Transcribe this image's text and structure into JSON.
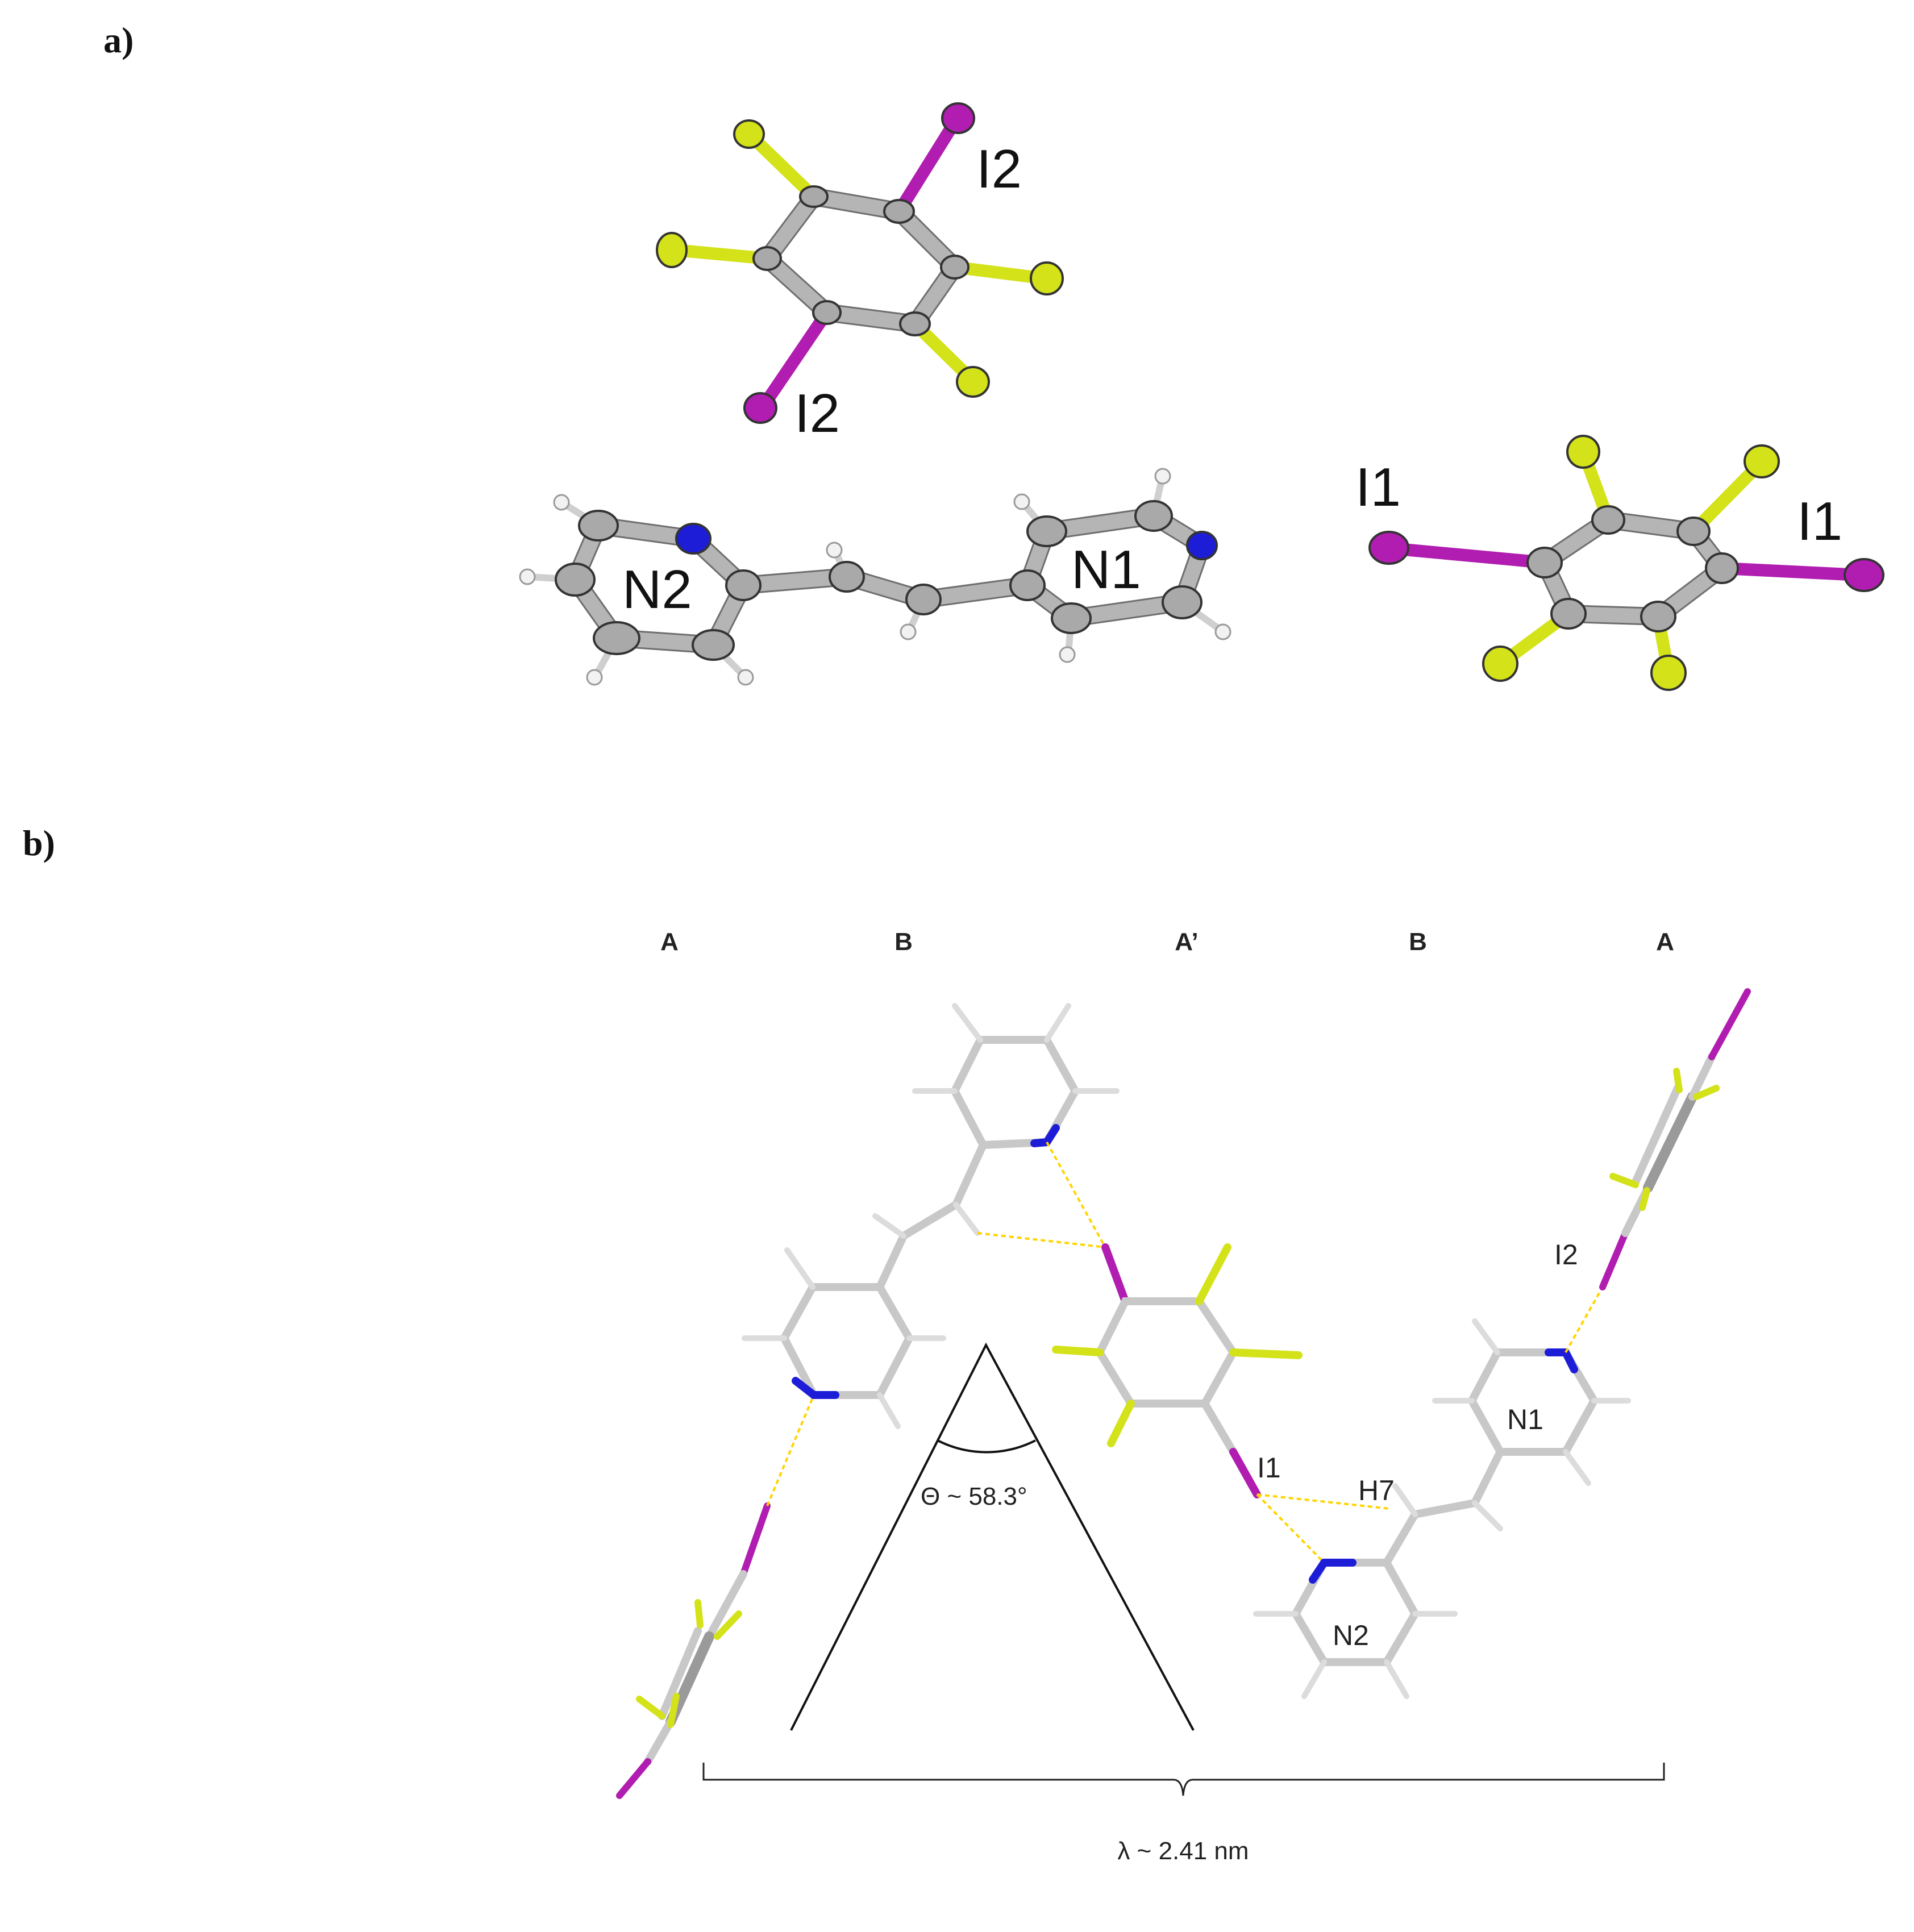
{
  "panels": {
    "a": {
      "label": "a)",
      "atom_labels": {
        "i2_top": "I2",
        "i2_bottom": "I2",
        "i1_left": "I1",
        "i1_right": "I1",
        "n2": "N2",
        "n1": "N1"
      }
    },
    "b": {
      "label": "b)",
      "columns": [
        "A",
        "B",
        "A’",
        "B",
        "A"
      ],
      "atom_labels": {
        "i2": "I2",
        "n1": "N1",
        "i1": "I1",
        "h7": "H7",
        "n2": "N2"
      },
      "angle_label": "Θ ~ 58.3°",
      "length_label": "λ ~ 2.41 nm"
    }
  },
  "colors": {
    "iodine": "#b01db0",
    "fluorine": "#d4e21a",
    "nitrogen": "#1d1dd8",
    "carbon": "#a9a9a9",
    "hydrogen": "#f2f2f2",
    "halogen_bond": "#ffd400"
  }
}
